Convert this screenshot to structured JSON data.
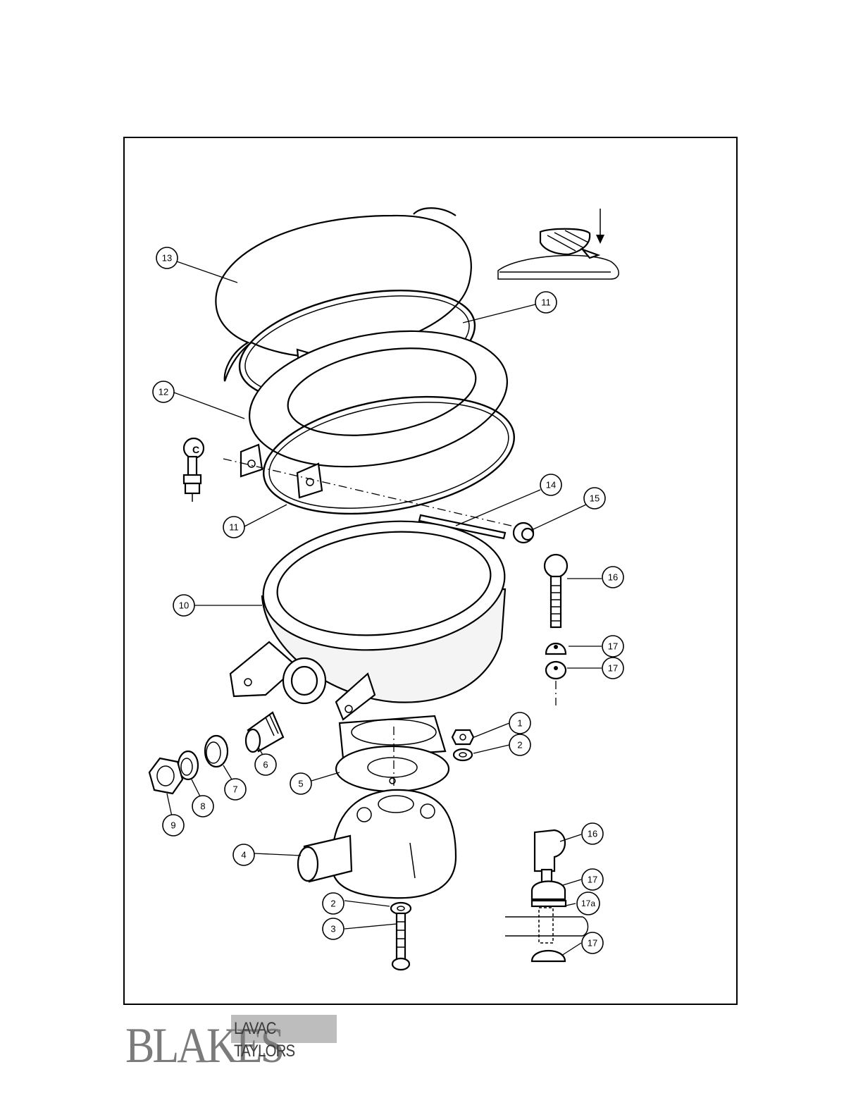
{
  "diagram": {
    "callouts": [
      {
        "id": "c13",
        "label": "13"
      },
      {
        "id": "c11a",
        "label": "11"
      },
      {
        "id": "c12",
        "label": "12"
      },
      {
        "id": "c11b",
        "label": "11"
      },
      {
        "id": "c14",
        "label": "14"
      },
      {
        "id": "c15",
        "label": "15"
      },
      {
        "id": "c16a",
        "label": "16"
      },
      {
        "id": "c10",
        "label": "10"
      },
      {
        "id": "c17a",
        "label": "17"
      },
      {
        "id": "c17b",
        "label": "17"
      },
      {
        "id": "c1",
        "label": "1"
      },
      {
        "id": "c2a",
        "label": "2"
      },
      {
        "id": "c6",
        "label": "6"
      },
      {
        "id": "c5",
        "label": "5"
      },
      {
        "id": "c7",
        "label": "7"
      },
      {
        "id": "c8",
        "label": "8"
      },
      {
        "id": "c9",
        "label": "9"
      },
      {
        "id": "c4",
        "label": "4"
      },
      {
        "id": "c16b",
        "label": "16"
      },
      {
        "id": "c17c",
        "label": "17"
      },
      {
        "id": "c17d",
        "label": "17a"
      },
      {
        "id": "c2b",
        "label": "2"
      },
      {
        "id": "c3",
        "label": "3"
      },
      {
        "id": "c17e",
        "label": "17"
      }
    ],
    "hinge_letter": "C"
  },
  "logo": {
    "main": "BLAKES",
    "sub": "LAVAC TAYLORS"
  }
}
